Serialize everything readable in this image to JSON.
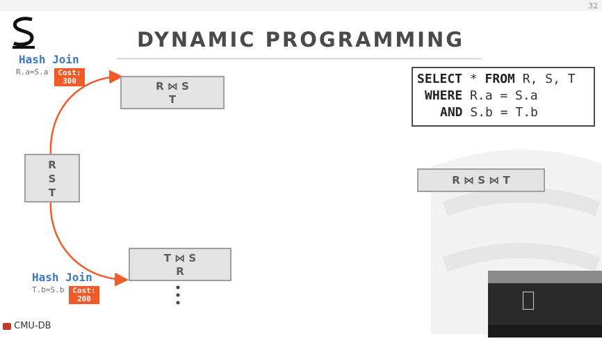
{
  "slide": {
    "number": "32",
    "title": "DYNAMIC PROGRAMMING"
  },
  "boxes": {
    "top": {
      "line1": "R ⋈ S",
      "line2": "T"
    },
    "left": {
      "line1": "R",
      "line2": "S",
      "line3": "T"
    },
    "bottom": {
      "line1": "T ⋈ S",
      "line2": "R"
    },
    "right": {
      "line1": "R ⋈ S ⋈ T"
    }
  },
  "top_join": {
    "label": "Hash Join",
    "condition": "R.a=S.a",
    "cost_label": "Cost:",
    "cost_value": "300"
  },
  "bottom_join": {
    "label": "Hash Join",
    "condition": "T.b=S.b",
    "cost_label": "Cost:",
    "cost_value": "200"
  },
  "sql": {
    "line1_kw1": "SELECT",
    "line1_rest": " * ",
    "line1_kw2": "FROM",
    "line1_tail": " R, S, T",
    "line2_kw": "WHERE",
    "line2_rest": " R.a = S.a",
    "line3_kw": "AND",
    "line3_rest": " S.b = T.b"
  },
  "footer": {
    "brand": "CMU-DB"
  },
  "colors": {
    "accent_orange": "#f05a28",
    "join_blue": "#3a78c0",
    "box_fill": "#e3e3e3"
  }
}
